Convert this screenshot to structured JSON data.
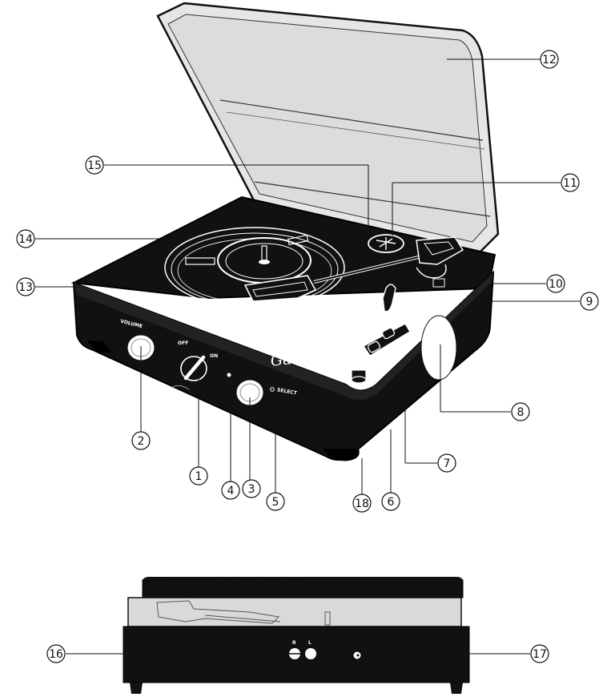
{
  "brand": {
    "name": "Gadhouse"
  },
  "panel_labels": {
    "volume": "VOLUME",
    "off": "OFF",
    "on": "ON",
    "select": "SELECT",
    "right": "R",
    "left": "L"
  },
  "callouts": [
    {
      "id": "1",
      "text": "1"
    },
    {
      "id": "2",
      "text": "2"
    },
    {
      "id": "3",
      "text": "3"
    },
    {
      "id": "4",
      "text": "4"
    },
    {
      "id": "5",
      "text": "5"
    },
    {
      "id": "6",
      "text": "6"
    },
    {
      "id": "7",
      "text": "7"
    },
    {
      "id": "8",
      "text": "8"
    },
    {
      "id": "9",
      "text": "9"
    },
    {
      "id": "10",
      "text": "10"
    },
    {
      "id": "11",
      "text": "11"
    },
    {
      "id": "12",
      "text": "12"
    },
    {
      "id": "13",
      "text": "13"
    },
    {
      "id": "14",
      "text": "14"
    },
    {
      "id": "15",
      "text": "15"
    },
    {
      "id": "16",
      "text": "16"
    },
    {
      "id": "17",
      "text": "17"
    },
    {
      "id": "18",
      "text": "18"
    }
  ]
}
